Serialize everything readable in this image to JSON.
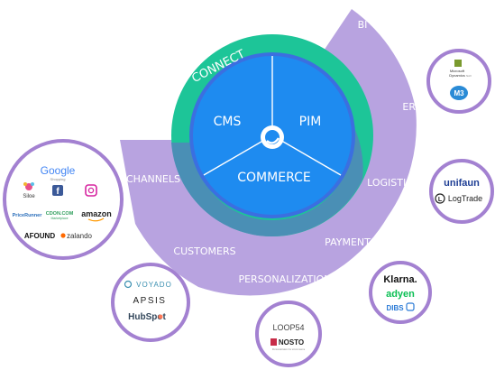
{
  "core": {
    "cms": "CMS",
    "pim": "PIM",
    "commerce": "COMMERCE"
  },
  "ring": {
    "connect": "CONNECT"
  },
  "arc_labels": {
    "bi": "BI",
    "erp": "ERP",
    "logistics": "LOGISTICS",
    "payments": "PAYMENTS",
    "personalization": "PERSONALIZATION",
    "customers": "CUSTOMERS",
    "channels": "CHANNELS"
  },
  "logos": {
    "channels": {
      "google": "Google",
      "google_sub": "Shopping",
      "siloe": "Siloe",
      "pricerunner": "PriceRunner",
      "cdon": "CDON.COM",
      "cdon_sub": "Marketplace",
      "amazon": "amazon",
      "afound": "AFOUND",
      "zalando": "zalando"
    },
    "erp": {
      "microsoft": "Microsoft",
      "dynamics": "Dynamics",
      "dynamics_sub": "NAV",
      "m3": "M3"
    },
    "logistics": {
      "unifaun": "unifaun",
      "logtrade": "LogTrade"
    },
    "payments": {
      "klarna": "Klarna.",
      "adyen": "adyen",
      "dibs": "DIBS"
    },
    "personalization": {
      "loop54": "LOOP54",
      "nosto": "NOSTO",
      "nosto_sub": "Personalization for eCommerce"
    },
    "customers": {
      "voyado": "VOYADO",
      "apsis": "APSIS",
      "hubspot": "HubSpot"
    }
  },
  "colors": {
    "core_blue": "#1e8bf0",
    "inner_ring_blue": "#3b6fe0",
    "connect_green": "#1dc598",
    "overlap_teal": "#4a8fb5",
    "outer_purple": "#b8a3e0",
    "circle_stroke": "#a381d1"
  }
}
